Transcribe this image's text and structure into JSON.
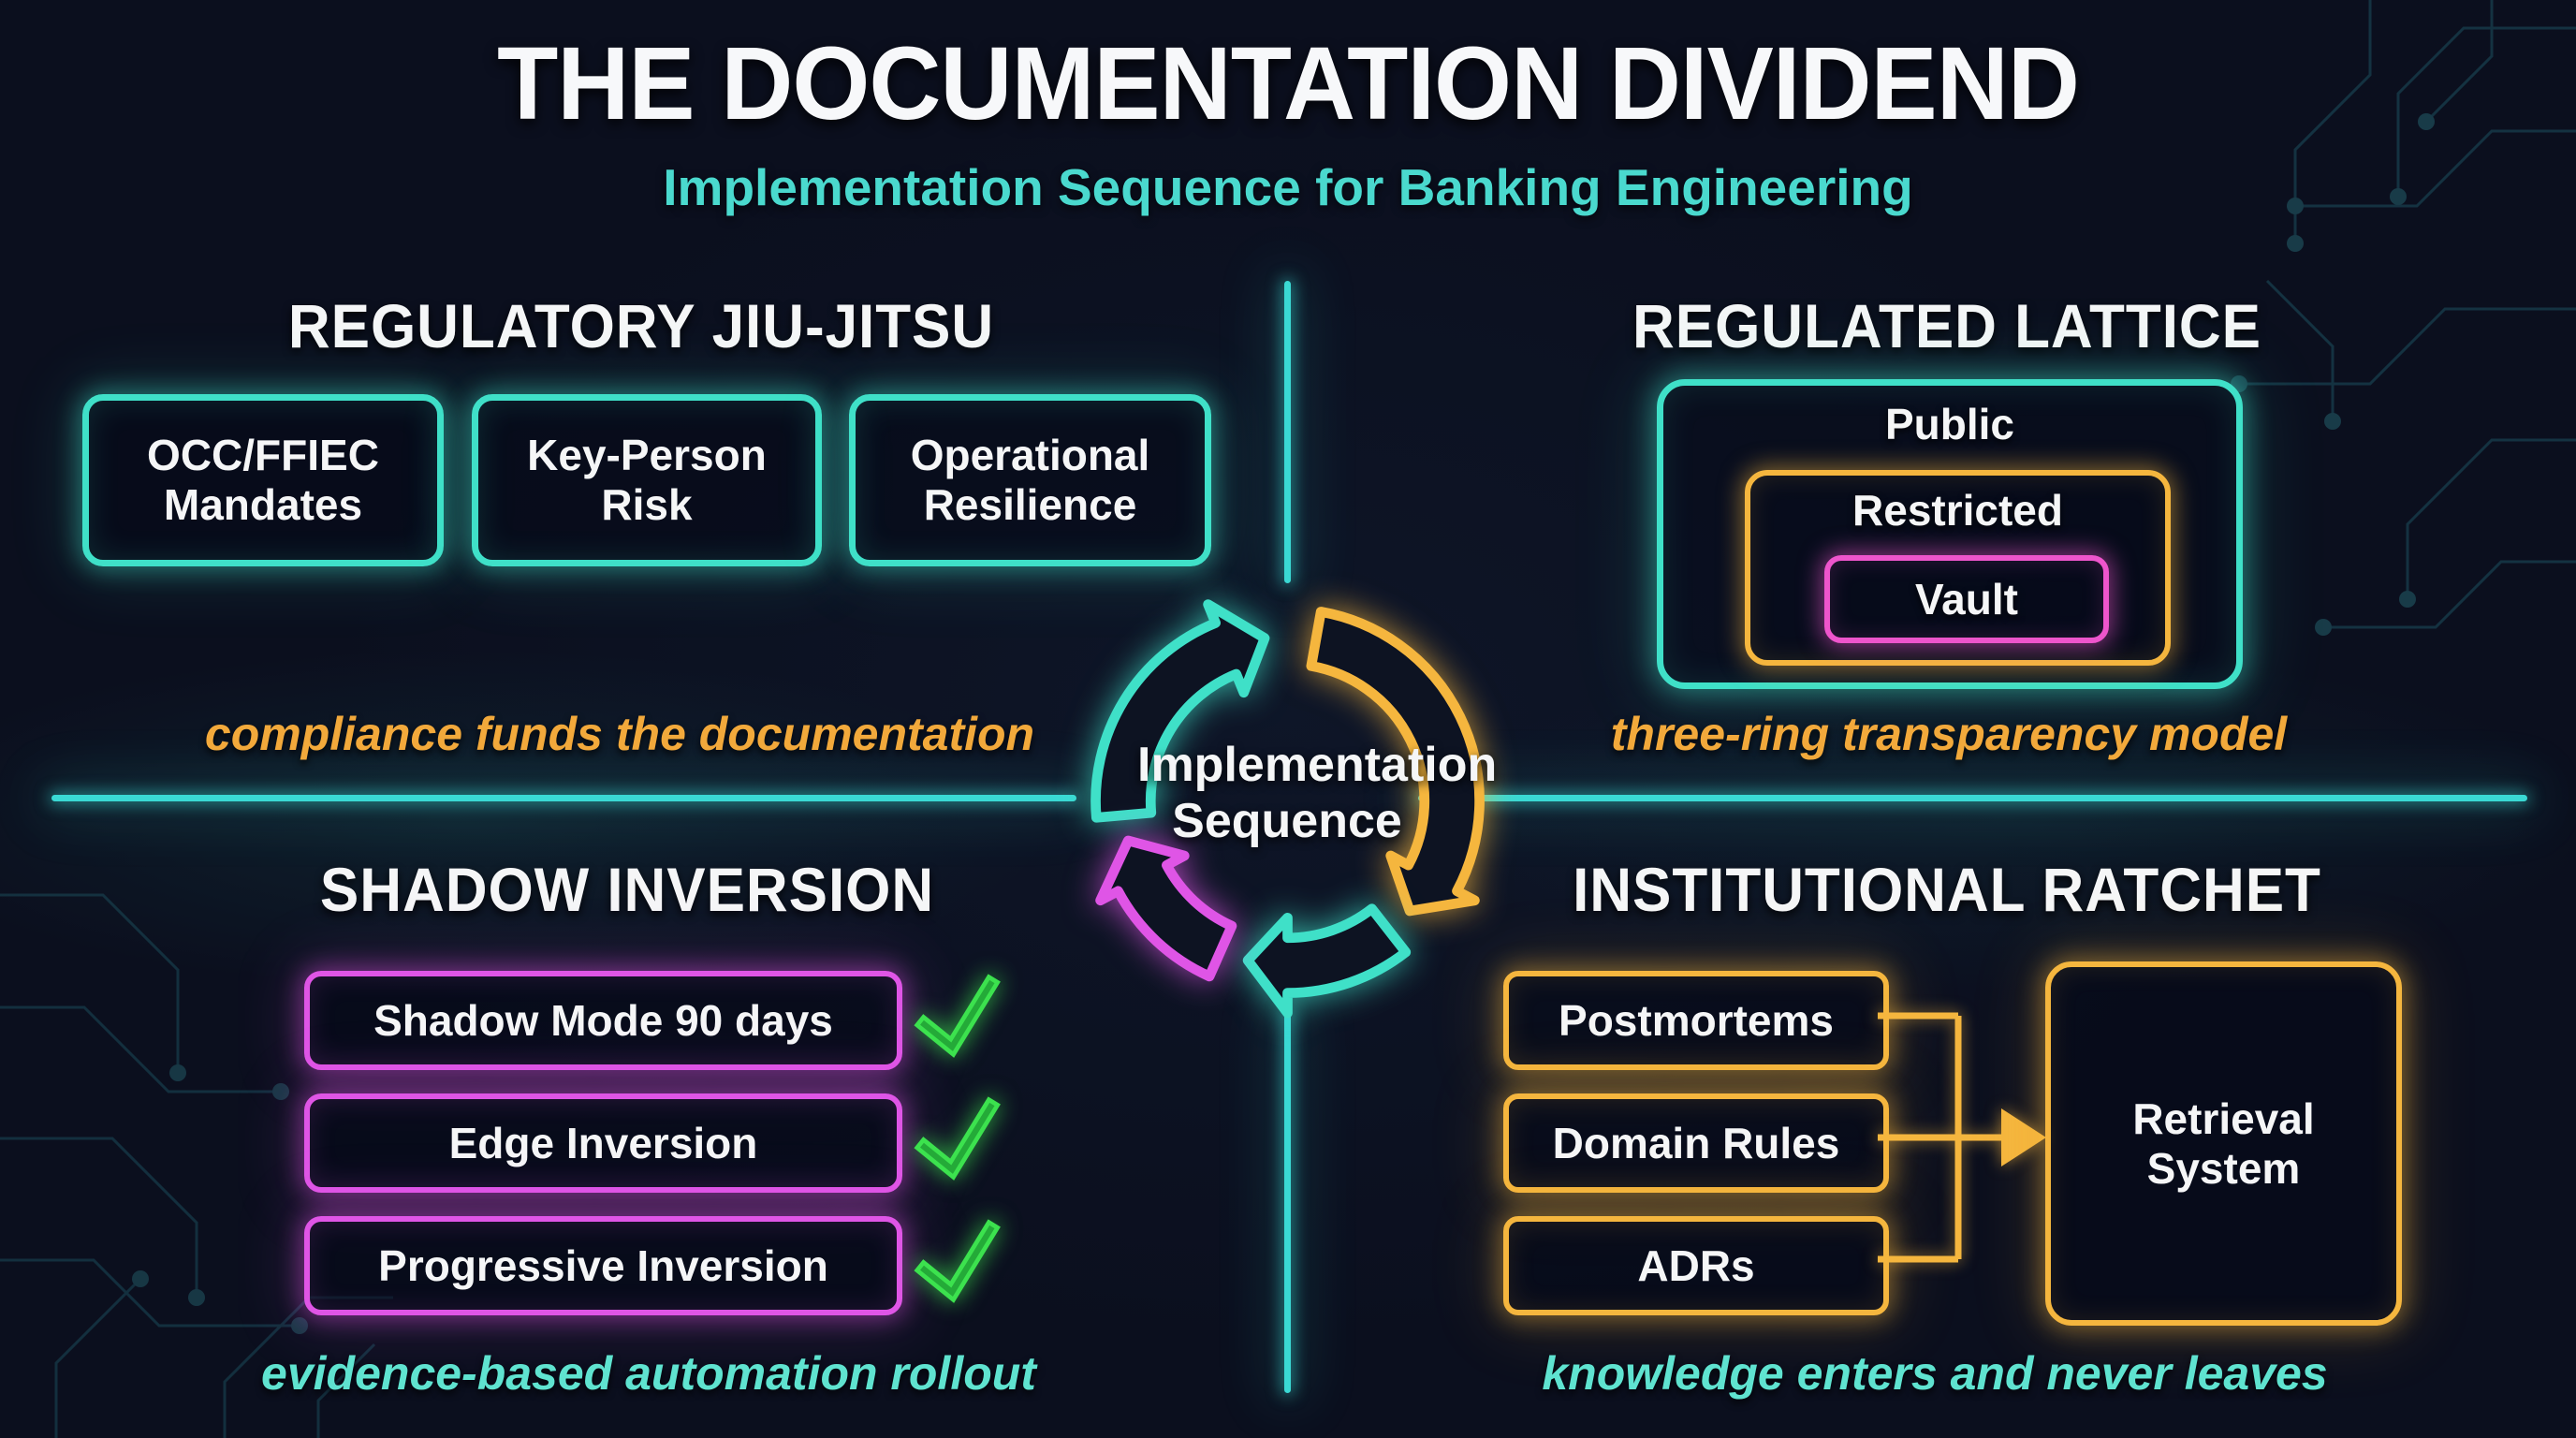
{
  "title": "THE DOCUMENTATION DIVIDEND",
  "subtitle": "Implementation Sequence for Banking Engineering",
  "center": {
    "label": "Implementation Sequence"
  },
  "quadrants": {
    "regulatory_jiujitsu": {
      "heading": "REGULATORY JIU-JITSU",
      "boxes": [
        "OCC/FFIEC Mandates",
        "Key-Person Risk",
        "Operational Resilience"
      ],
      "caption": "compliance funds the documentation"
    },
    "regulated_lattice": {
      "heading": "REGULATED LATTICE",
      "rings": [
        "Public",
        "Restricted",
        "Vault"
      ],
      "caption": "three-ring transparency model"
    },
    "shadow_inversion": {
      "heading": "SHADOW INVERSION",
      "steps": [
        "Shadow Mode 90 days",
        "Edge Inversion",
        "Progressive Inversion"
      ],
      "caption": "evidence-based automation rollout"
    },
    "institutional_ratchet": {
      "heading": "INSTITUTIONAL RATCHET",
      "sources": [
        "Postmortems",
        "Domain Rules",
        "ADRs"
      ],
      "target": "Retrieval System",
      "caption": "knowledge enters and never leaves"
    }
  },
  "colors": {
    "background": "#0b0f1e",
    "teal": "#3fe0c8",
    "divider_cyan": "#3ad9d4",
    "orange": "#f5b63e",
    "gold_caption": "#f2a93b",
    "magenta": "#df55e6",
    "vault_pink": "#ee55cc",
    "check_green": "#3ce24e",
    "subtitle_teal": "#4ad9ce",
    "teal_caption": "#5fe3d0",
    "text_white": "#f5f6f7"
  },
  "icons": {
    "checkmark": "outlined green check glyph",
    "cycle_arrows": "four clockwise neon arc arrows",
    "flow_arrow": "orange right-pointing merge arrow"
  }
}
